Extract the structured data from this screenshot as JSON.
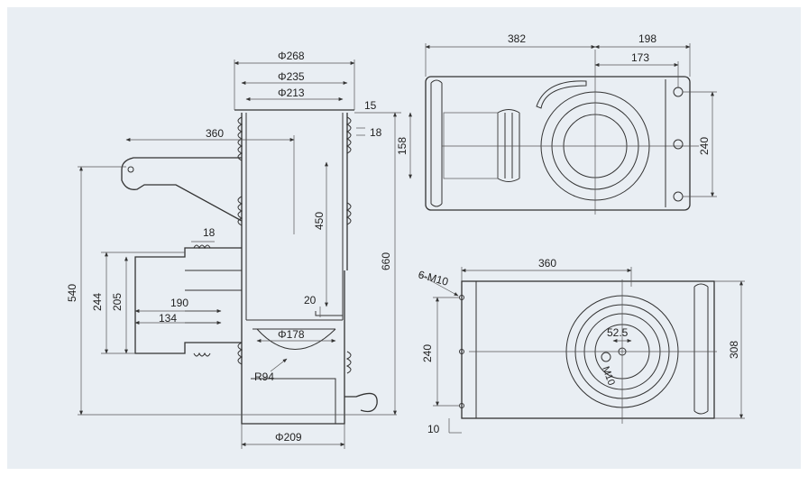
{
  "colors": {
    "panel": "#e9eef3",
    "line": "#333333",
    "text": "#222222"
  },
  "side_view": {
    "dims": {
      "d268": "Φ268",
      "d235": "Φ235",
      "d213": "Φ213",
      "d15": "15",
      "d18a": "18",
      "d158": "158",
      "d360": "360",
      "d450": "450",
      "d660": "660",
      "d540": "540",
      "d244": "244",
      "d205": "205",
      "d18b": "18",
      "d190": "190",
      "d134": "134",
      "d20": "20",
      "d178": "Φ178",
      "r94": "R94",
      "d209": "Φ209"
    }
  },
  "top_view": {
    "dims": {
      "d382": "382",
      "d198": "198",
      "d173": "173",
      "d240": "240"
    }
  },
  "bottom_view": {
    "dims": {
      "thread": "6-M10",
      "d360": "360",
      "d240": "240",
      "d308": "308",
      "d10": "10",
      "d52_5": "52.5",
      "mark": "M10"
    }
  }
}
